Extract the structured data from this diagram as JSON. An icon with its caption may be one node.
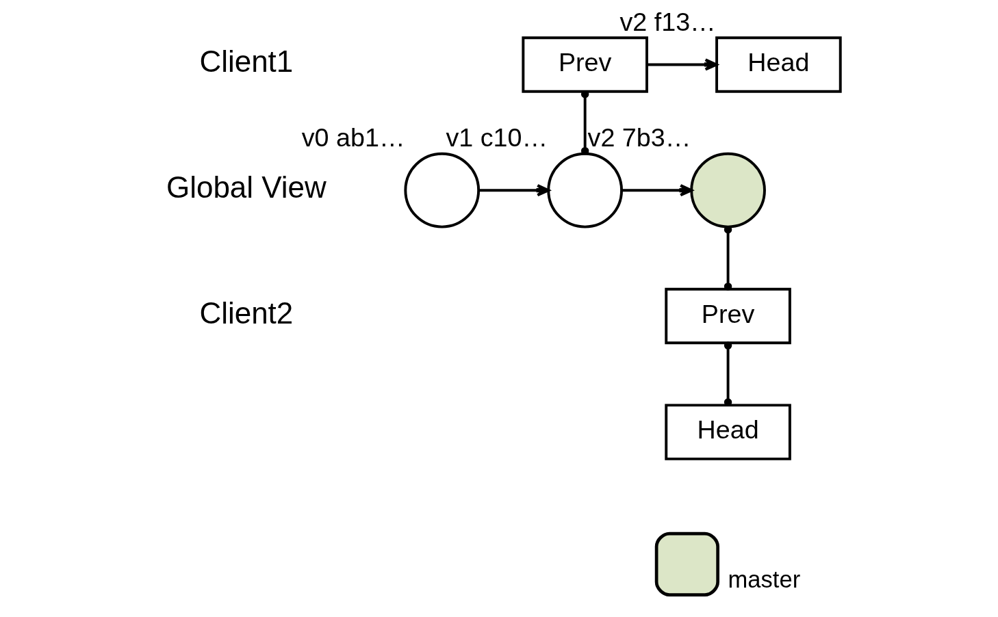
{
  "diagram": {
    "nodes": [
      {
        "text": [
          "Prev"
        ]
      },
      {
        "text": [
          "Head"
        ],
        "beside": [
          "v2 f13…"
        ]
      },
      {
        "text": [],
        "shape": "circle",
        "beside": [
          "v0 ab1…"
        ]
      },
      {
        "text": [],
        "shape": "circle",
        "beside": [
          "v1 c10…"
        ]
      },
      {
        "text": [],
        "shape": "circle",
        "beside": [
          "v2 7b3…"
        ]
      },
      {
        "text": [
          "Prev"
        ]
      },
      {
        "text": [
          "Head"
        ]
      }
    ],
    "edges": [
      {
        "from": 0,
        "to": 1,
        "arrow": "to"
      },
      {
        "from": 0,
        "to": 3,
        "arrow": "other"
      },
      {
        "from": 2,
        "to": 3,
        "arrow": "to"
      },
      {
        "from": 3,
        "to": 4,
        "arrow": "to"
      },
      {
        "from": 4,
        "to": 5,
        "arrow": "other"
      },
      {
        "from": 5,
        "to": 6,
        "arrow": "other"
      }
    ],
    "labels": [
      "Client1",
      "Global View",
      "Client2"
    ],
    "legend": [
      {
        "text": "master",
        "color": "#dce6c7"
      }
    ]
  }
}
